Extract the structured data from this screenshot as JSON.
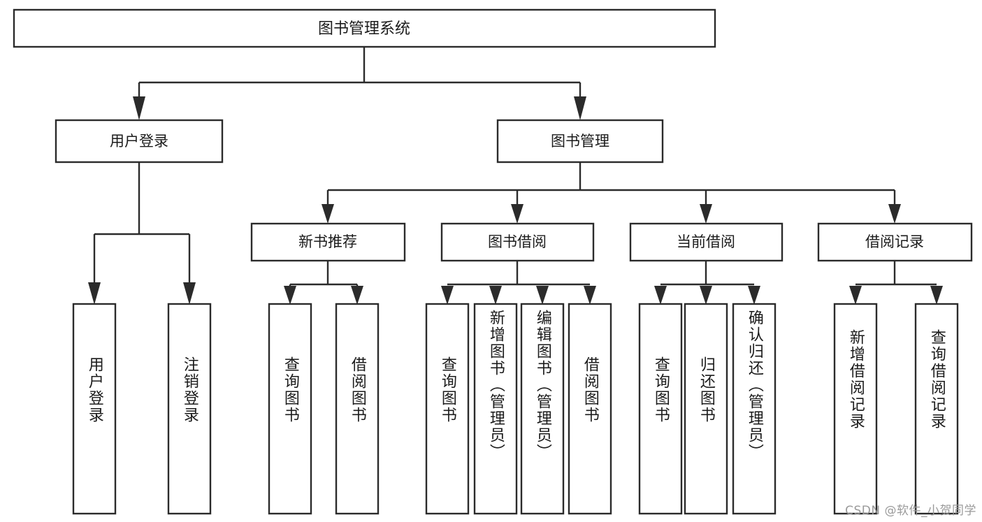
{
  "diagram": {
    "type": "tree-hierarchy-diagram",
    "title": "图书管理系统",
    "theme": {
      "background": "#ffffff",
      "box_fill": "#ffffff",
      "box_stroke": "#2b2b2b",
      "connector_color": "#2b2b2b",
      "text_color": "#1b1b1b",
      "watermark_color": "#9a9a9a"
    },
    "root": {
      "label": "图书管理系统",
      "orientation": "horizontal"
    },
    "level2": [
      {
        "label": "用户登录",
        "orientation": "horizontal"
      },
      {
        "label": "图书管理",
        "orientation": "horizontal"
      }
    ],
    "level3": [
      {
        "label": "新书推荐",
        "orientation": "horizontal"
      },
      {
        "label": "图书借阅",
        "orientation": "horizontal"
      },
      {
        "label": "当前借阅",
        "orientation": "horizontal"
      },
      {
        "label": "借阅记录",
        "orientation": "horizontal"
      }
    ],
    "leaves": {
      "user_login": [
        {
          "label": "用户登录",
          "orientation": "vertical"
        },
        {
          "label": "注销登录",
          "orientation": "vertical"
        }
      ],
      "new_book_recommend": [
        {
          "label": "查询图书",
          "orientation": "vertical"
        },
        {
          "label": "借阅图书",
          "orientation": "vertical"
        }
      ],
      "book_borrow": [
        {
          "label": "查询图书",
          "orientation": "vertical"
        },
        {
          "label": "新增图书（管理员）",
          "orientation": "vertical"
        },
        {
          "label": "编辑图书（管理员）",
          "orientation": "vertical"
        },
        {
          "label": "借阅图书",
          "orientation": "vertical"
        }
      ],
      "current_borrow": [
        {
          "label": "查询图书",
          "orientation": "vertical"
        },
        {
          "label": "归还图书",
          "orientation": "vertical"
        },
        {
          "label": "确认归还（管理员）",
          "orientation": "vertical"
        }
      ],
      "borrow_record": [
        {
          "label": "新增借阅记录",
          "orientation": "vertical"
        },
        {
          "label": "查询借阅记录",
          "orientation": "vertical"
        }
      ]
    },
    "watermark": "CSDN @软件_小贺同学"
  }
}
